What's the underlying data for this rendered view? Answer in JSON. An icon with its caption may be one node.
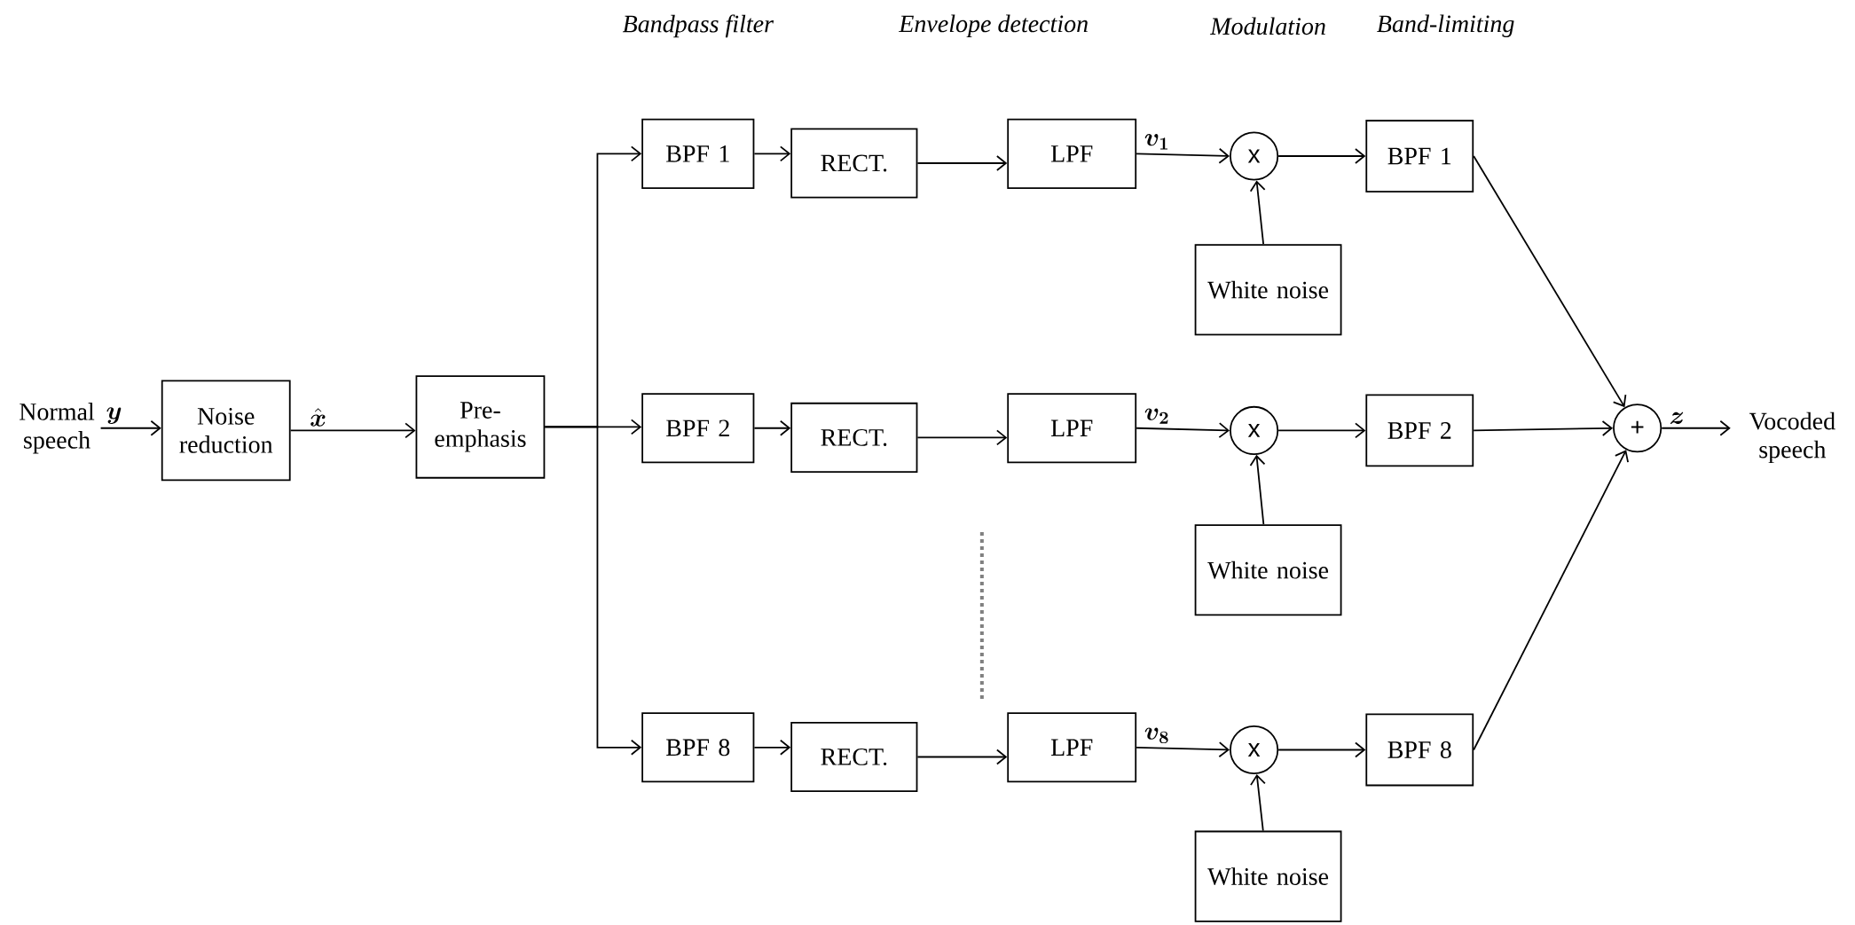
{
  "diagram": {
    "nodes": [
      {
        "text": [
          "Normal speech"
        ]
      },
      {
        "text": [
          "Noise reduction"
        ]
      },
      {
        "text": [
          "Pre-emphasis"
        ]
      },
      {
        "text": [
          "BPF 1"
        ]
      },
      {
        "text": [
          "RECT."
        ]
      },
      {
        "text": [
          "LPF"
        ]
      },
      {
        "text": [
          "x"
        ]
      },
      {
        "text": [
          "BPF 1"
        ]
      },
      {
        "text": [
          "White noise"
        ]
      },
      {
        "text": [
          "BPF 2"
        ]
      },
      {
        "text": [
          "RECT."
        ]
      },
      {
        "text": [
          "LPF"
        ]
      },
      {
        "text": [
          "x"
        ]
      },
      {
        "text": [
          "BPF 2"
        ]
      },
      {
        "text": [
          "White noise"
        ]
      },
      {
        "text": [
          "BPF 8"
        ]
      },
      {
        "text": [
          "RECT."
        ]
      },
      {
        "text": [
          "LPF"
        ]
      },
      {
        "text": [
          "x"
        ]
      },
      {
        "text": [
          "BPF 8"
        ]
      },
      {
        "text": [
          "White noise"
        ]
      },
      {
        "text": [
          "+"
        ]
      },
      {
        "text": [
          "Vocoded speech"
        ]
      }
    ],
    "edges": [
      {
        "from": 0,
        "to": 1,
        "arrow": "to",
        "label": "\\boldsymbol{y}"
      },
      {
        "from": 1,
        "to": 2,
        "arrow": "to",
        "label": "\\hat{\\boldsymbol{x}}"
      },
      {
        "from": 2,
        "to": 3,
        "arrow": "to"
      },
      {
        "from": 2,
        "to": 9,
        "arrow": "to"
      },
      {
        "from": 2,
        "to": 15,
        "arrow": "to"
      },
      {
        "from": 3,
        "to": 4,
        "arrow": "to"
      },
      {
        "from": 4,
        "to": 5,
        "arrow": "to"
      },
      {
        "from": 5,
        "to": 6,
        "arrow": "to",
        "label": "\\boldsymbol{v_1}"
      },
      {
        "from": 8,
        "to": 6,
        "arrow": "to"
      },
      {
        "from": 6,
        "to": 7,
        "arrow": "to"
      },
      {
        "from": 7,
        "to": 21,
        "arrow": "to"
      },
      {
        "from": 9,
        "to": 10,
        "arrow": "to"
      },
      {
        "from": 10,
        "to": 11,
        "arrow": "to"
      },
      {
        "from": 11,
        "to": 12,
        "arrow": "to",
        "label": "\\boldsymbol{v_2}"
      },
      {
        "from": 14,
        "to": 12,
        "arrow": "to"
      },
      {
        "from": 12,
        "to": 13,
        "arrow": "to"
      },
      {
        "from": 13,
        "to": 21,
        "arrow": "to"
      },
      {
        "from": 15,
        "to": 16,
        "arrow": "to"
      },
      {
        "from": 16,
        "to": 17,
        "arrow": "to"
      },
      {
        "from": 17,
        "to": 18,
        "arrow": "to",
        "label": "\\boldsymbol{v_8}"
      },
      {
        "from": 20,
        "to": 18,
        "arrow": "to"
      },
      {
        "from": 18,
        "to": 19,
        "arrow": "to"
      },
      {
        "from": 19,
        "to": 21,
        "arrow": "to"
      },
      {
        "from": 21,
        "to": 22,
        "arrow": "to",
        "label": "\\boldsymbol{z}"
      }
    ],
    "labels": [
      "Bandpass filter",
      "Envelope detection",
      "Modulation",
      "Band-limiting"
    ]
  }
}
